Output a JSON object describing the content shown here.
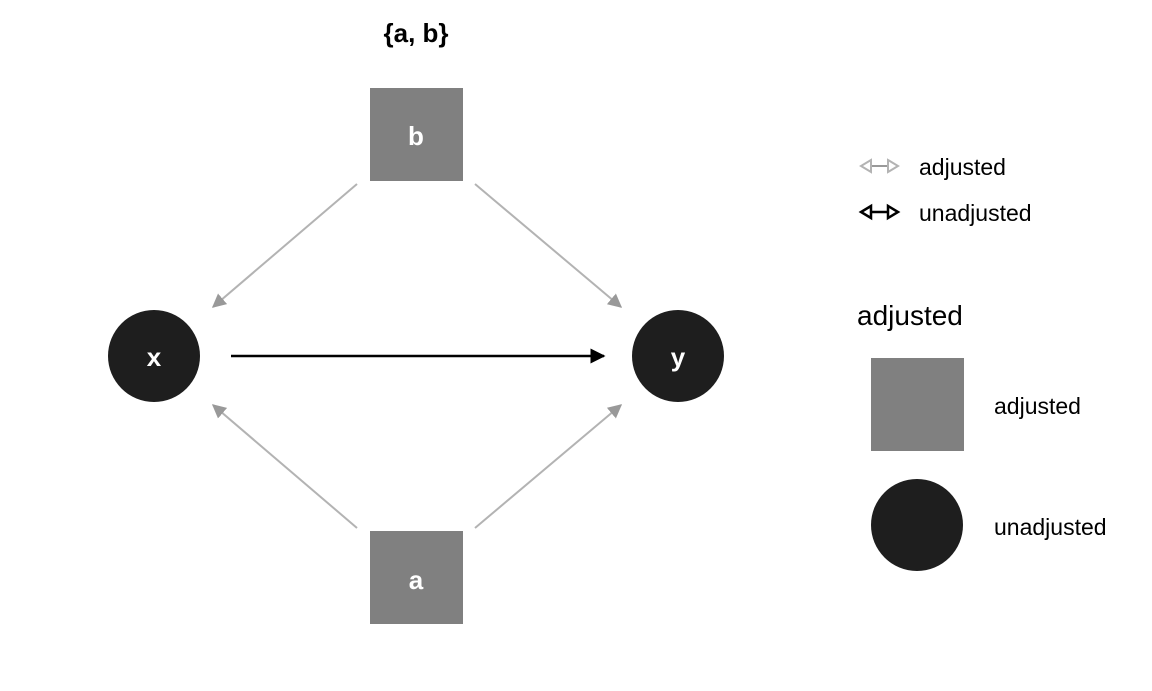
{
  "title": "{a, b}",
  "nodes": [
    {
      "id": "b",
      "label": "b",
      "shape": "square",
      "status": "adjusted"
    },
    {
      "id": "x",
      "label": "x",
      "shape": "circle",
      "status": "unadjusted"
    },
    {
      "id": "y",
      "label": "y",
      "shape": "circle",
      "status": "unadjusted"
    },
    {
      "id": "a",
      "label": "a",
      "shape": "square",
      "status": "adjusted"
    }
  ],
  "edges": [
    {
      "from": "b",
      "to": "x",
      "status": "adjusted"
    },
    {
      "from": "b",
      "to": "y",
      "status": "adjusted"
    },
    {
      "from": "a",
      "to": "x",
      "status": "adjusted"
    },
    {
      "from": "a",
      "to": "y",
      "status": "adjusted"
    },
    {
      "from": "x",
      "to": "y",
      "status": "unadjusted"
    }
  ],
  "legend_edges": {
    "items": [
      {
        "label": "adjusted",
        "icon": "double-arrow-grey-icon"
      },
      {
        "label": "unadjusted",
        "icon": "double-arrow-black-icon"
      }
    ]
  },
  "legend_nodes": {
    "title": "adjusted",
    "items": [
      {
        "label": "adjusted",
        "icon": "grey-square-icon"
      },
      {
        "label": "unadjusted",
        "icon": "black-circle-icon"
      }
    ]
  },
  "colors": {
    "adjusted_node": "#808080",
    "unadjusted_node": "#1e1e1e",
    "adjusted_edge": "#b3b3b3",
    "unadjusted_edge": "#000000",
    "node_text": "#ffffff"
  }
}
